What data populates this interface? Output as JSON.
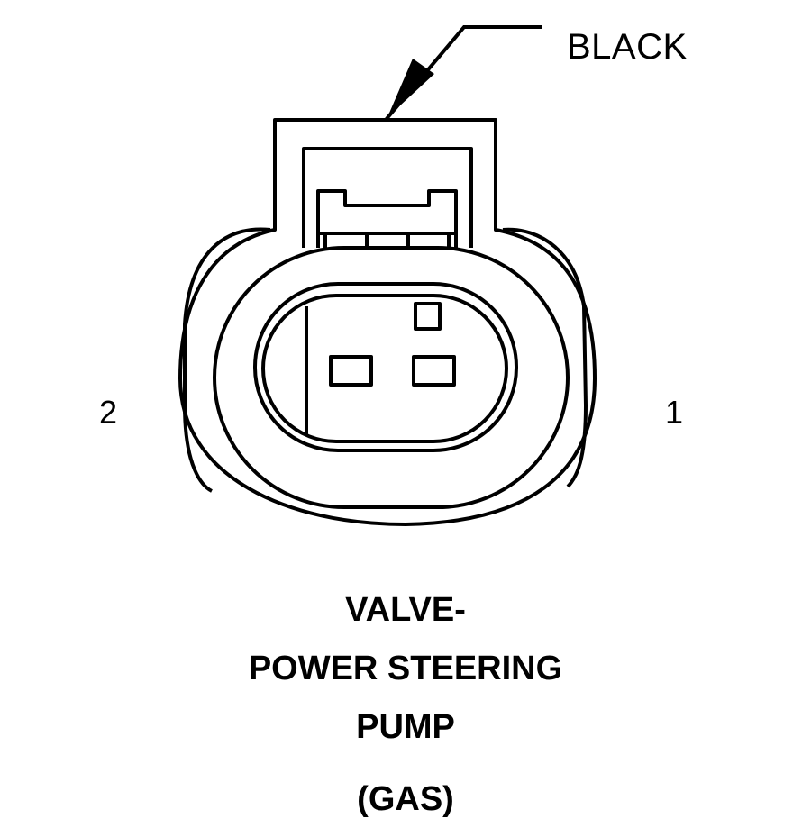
{
  "connector": {
    "color_label": "BLACK",
    "pins": [
      {
        "number": "2"
      },
      {
        "number": "1"
      }
    ]
  },
  "title": {
    "line1": "VALVE-",
    "line2": "POWER STEERING",
    "line3": "PUMP",
    "line4": "(GAS)"
  }
}
